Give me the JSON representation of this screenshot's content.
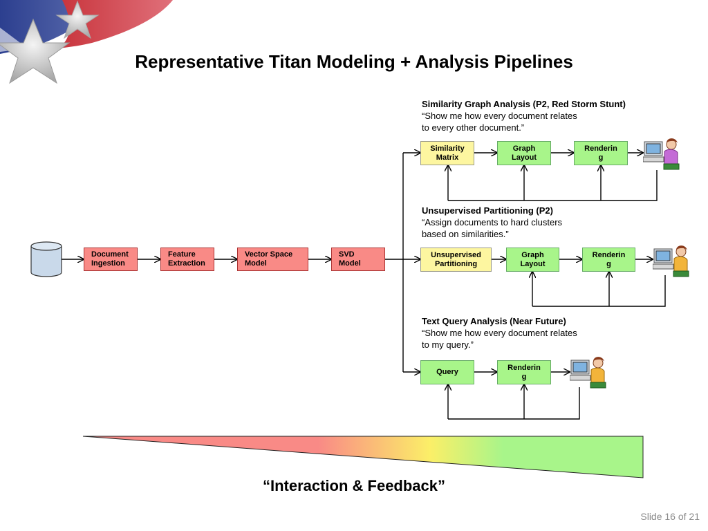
{
  "title": "Representative Titan Modeling + Analysis Pipelines",
  "main_pipeline": [
    "Document\nIngestion",
    "Feature\nExtraction",
    "Vector Space\nModel",
    "SVD\nModel"
  ],
  "branches": {
    "similarity": {
      "heading": "Similarity Graph Analysis (P2, Red Storm Stunt)",
      "quote": "“Show me how every document relates\nto every other document.”",
      "boxes": [
        "Similarity\nMatrix",
        "Graph\nLayout",
        "Renderin\ng"
      ]
    },
    "partitioning": {
      "heading": "Unsupervised Partitioning (P2)",
      "quote": "“Assign documents to hard clusters\nbased on similarities.”",
      "boxes": [
        "Unsupervised\nPartitioning",
        "Graph\nLayout",
        "Renderin\ng"
      ]
    },
    "query": {
      "heading": "Text Query Analysis (Near Future)",
      "quote": "“Show me how every document relates\nto my query.”",
      "boxes": [
        "Query",
        "Renderin\ng"
      ]
    }
  },
  "footer_label": "“Interaction & Feedback”",
  "slide_number": "Slide 16 of 21",
  "colors": {
    "red_box": "#f98a86",
    "yellow_box": "#fdf6a0",
    "green_box": "#a8f58a",
    "database": "#c9d9ea"
  },
  "icons": [
    "database-icon",
    "user-at-computer-icon",
    "star-flag-logo"
  ]
}
